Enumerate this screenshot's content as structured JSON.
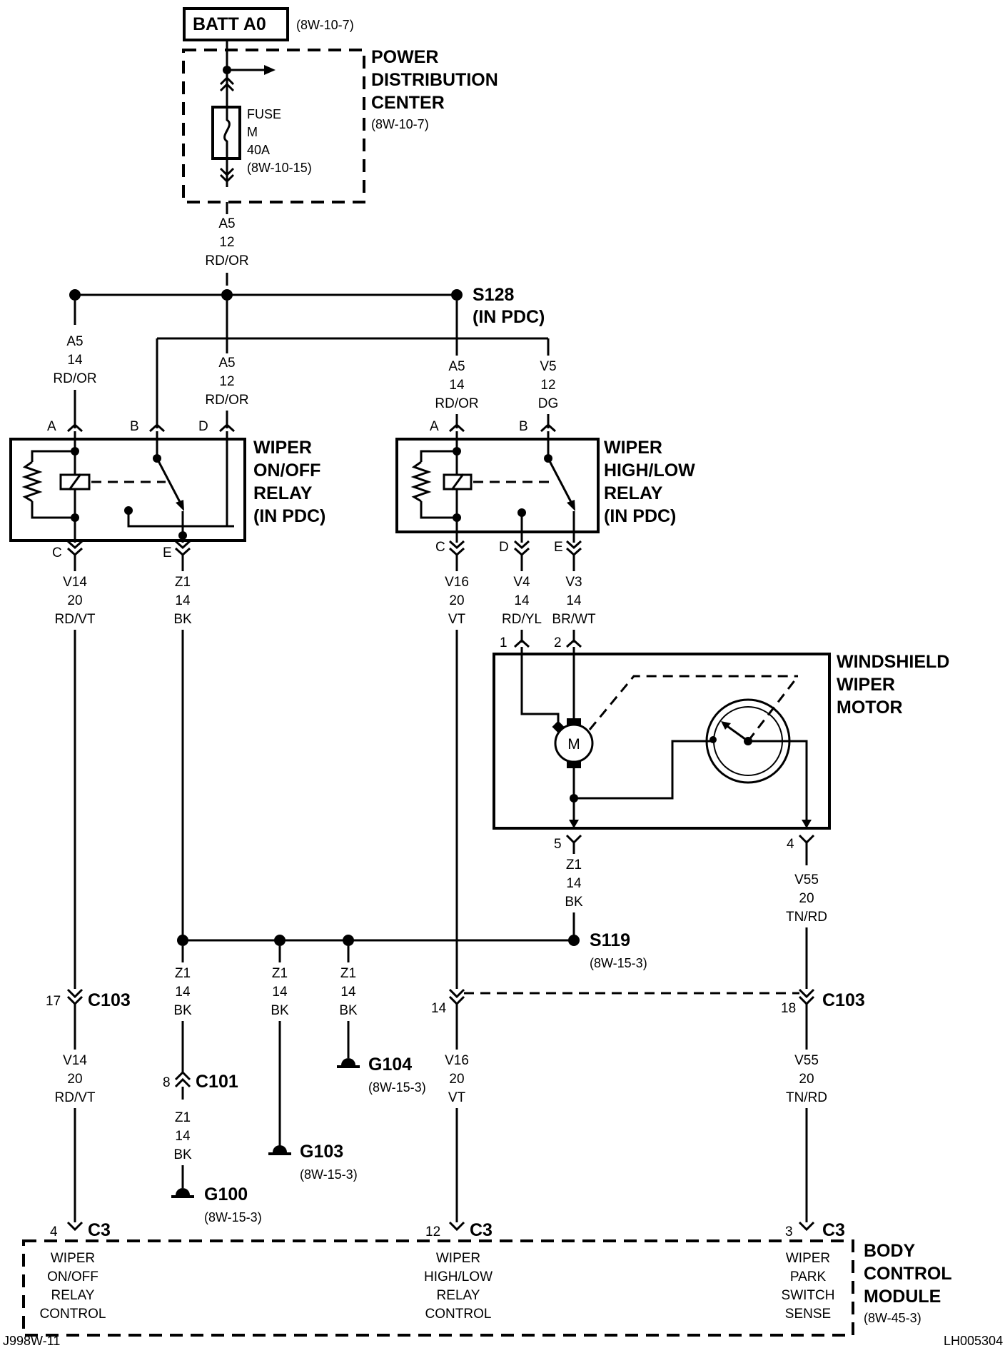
{
  "title_block": {
    "batt": "BATT A0",
    "batt_ref": "(8W-10-7)"
  },
  "pdc": {
    "line1": "POWER",
    "line2": "DISTRIBUTION",
    "line3": "CENTER",
    "ref": "(8W-10-7)"
  },
  "fuse": {
    "l1": "FUSE",
    "l2": "M",
    "l3": "40A",
    "l4": "(8W-10-15)"
  },
  "wires": {
    "a5_top": [
      "A5",
      "12",
      "RD/OR"
    ],
    "a5_left": [
      "A5",
      "14",
      "RD/OR"
    ],
    "a5_mid": [
      "A5",
      "12",
      "RD/OR"
    ],
    "a5_right": [
      "A5",
      "14",
      "RD/OR"
    ],
    "v5": [
      "V5",
      "12",
      "DG"
    ],
    "v14_top": [
      "V14",
      "20",
      "RD/VT"
    ],
    "z1_top": [
      "Z1",
      "14",
      "BK"
    ],
    "v16_top": [
      "V16",
      "20",
      "VT"
    ],
    "v4": [
      "V4",
      "14",
      "RD/YL"
    ],
    "v3": [
      "V3",
      "14",
      "BR/WT"
    ],
    "z1_motor": [
      "Z1",
      "14",
      "BK"
    ],
    "v55_top": [
      "V55",
      "20",
      "TN/RD"
    ],
    "z1_a": [
      "Z1",
      "14",
      "BK"
    ],
    "z1_b": [
      "Z1",
      "14",
      "BK"
    ],
    "z1_c": [
      "Z1",
      "14",
      "BK"
    ],
    "v14_bot": [
      "V14",
      "20",
      "RD/VT"
    ],
    "v16_bot": [
      "V16",
      "20",
      "VT"
    ],
    "v55_bot": [
      "V55",
      "20",
      "TN/RD"
    ],
    "z1_g100": [
      "Z1",
      "14",
      "BK"
    ]
  },
  "splices": {
    "s128": "S128",
    "s128_note": "(IN PDC)",
    "s119": "S119",
    "s119_ref": "(8W-15-3)"
  },
  "relay1": {
    "l1": "WIPER",
    "l2": "ON/OFF",
    "l3": "RELAY",
    "l4": "(IN PDC)",
    "pins": [
      "A",
      "B",
      "D",
      "C",
      "E"
    ]
  },
  "relay2": {
    "l1": "WIPER",
    "l2": "HIGH/LOW",
    "l3": "RELAY",
    "l4": "(IN PDC)",
    "pins": [
      "A",
      "B",
      "C",
      "D",
      "E"
    ]
  },
  "motor": {
    "l1": "WINDSHIELD",
    "l2": "WIPER",
    "l3": "MOTOR",
    "m": "M",
    "pins": [
      "1",
      "2",
      "5",
      "4"
    ]
  },
  "connectors": {
    "c103": "C103",
    "c101": "C101",
    "c3": "C3",
    "pin17": "17",
    "pin14": "14",
    "pin18": "18",
    "pin8": "8",
    "pin4": "4",
    "pin12": "12",
    "pin3": "3"
  },
  "grounds": {
    "g100": "G100",
    "g100_ref": "(8W-15-3)",
    "g103": "G103",
    "g103_ref": "(8W-15-3)",
    "g104": "G104",
    "g104_ref": "(8W-15-3)"
  },
  "bcm": {
    "l1": "BODY",
    "l2": "CONTROL",
    "l3": "MODULE",
    "ref": "(8W-45-3)",
    "in1": [
      "WIPER",
      "ON/OFF",
      "RELAY",
      "CONTROL"
    ],
    "in2": [
      "WIPER",
      "HIGH/LOW",
      "RELAY",
      "CONTROL"
    ],
    "in3": [
      "WIPER",
      "PARK",
      "SWITCH",
      "SENSE"
    ]
  },
  "footer": {
    "left": "J998W-11",
    "right": "LH005304"
  }
}
